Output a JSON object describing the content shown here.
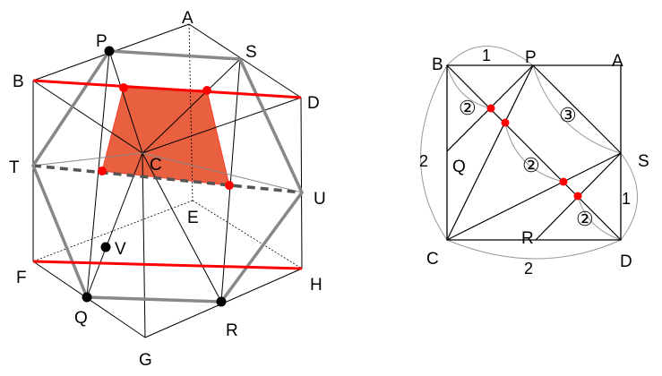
{
  "left_figure": {
    "vertex_labels": {
      "A": "A",
      "P": "P",
      "S": "S",
      "B": "B",
      "D": "D",
      "T": "T",
      "C": "C",
      "U": "U",
      "E": "E",
      "F": "F",
      "H": "H",
      "Q": "Q",
      "R": "R",
      "G": "G",
      "V": "V"
    },
    "colors": {
      "section_fill": "#e8603f",
      "red_line": "#ff0000",
      "hexagon": "#888888",
      "dashed": "#555555"
    }
  },
  "right_figure": {
    "vertex_labels": {
      "B": "B",
      "P": "P",
      "A": "A",
      "S": "S",
      "Q": "Q",
      "C": "C",
      "R": "R",
      "D": "D"
    },
    "edge_labels": {
      "BP": "1",
      "BC": "2",
      "CD": "2",
      "SD": "1"
    },
    "arc_labels": {
      "PS": "③",
      "B_red": "②",
      "red_red": "②",
      "red_D": "②"
    }
  }
}
